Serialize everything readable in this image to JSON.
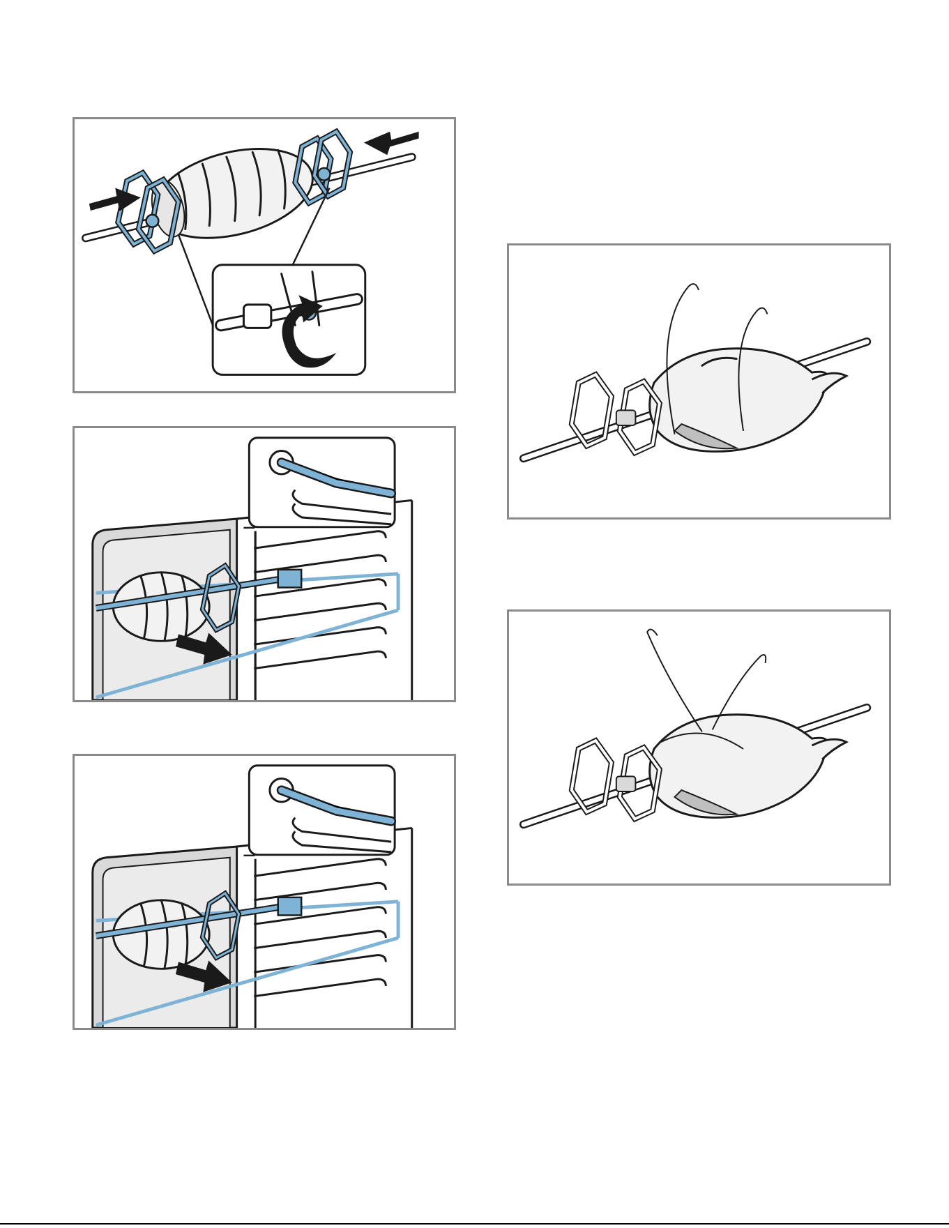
{
  "page": {
    "figures": [
      {
        "id": "fig-a",
        "content": "rotisserie-spit-roast-fastening"
      },
      {
        "id": "fig-b",
        "content": "rotisserie-insert-into-oven-1"
      },
      {
        "id": "fig-c",
        "content": "rotisserie-insert-into-oven-2"
      },
      {
        "id": "fig-d",
        "content": "rotisserie-poultry-fork-step-1"
      },
      {
        "id": "fig-e",
        "content": "rotisserie-poultry-fork-step-2"
      }
    ]
  },
  "colors": {
    "frame_border": "#8a8a8a",
    "accent_blue": "#7fb3d5",
    "accent_blue_light": "#a9cce3",
    "grey_fill": "#d9d9d9",
    "outline": "#1a1a1a"
  },
  "icons": [
    "push-arrow-icon",
    "rotate-arrow-icon"
  ]
}
